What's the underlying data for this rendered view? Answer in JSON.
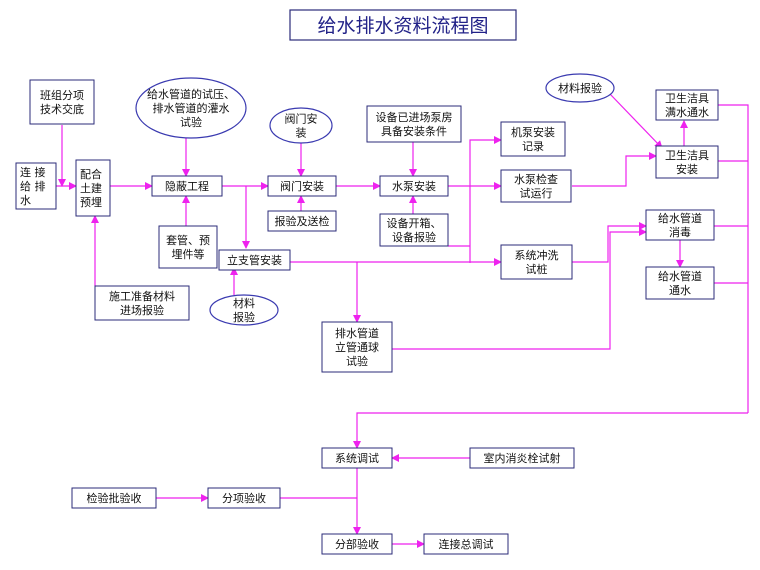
{
  "title": "给水排水资料流程图",
  "colors": {
    "line": "#ee22ee",
    "border": "#2b2b7a",
    "text": "#111111"
  },
  "nodes": {
    "banzu": [
      "班组分项",
      "技术交底"
    ],
    "lianjie": [
      "连  接",
      "给  排",
      "水"
    ],
    "peihe": [
      "配合",
      "土建",
      "预埋"
    ],
    "guandao_test": [
      "给水管道的试压、",
      "排水管道的灌水",
      "试验"
    ],
    "yinbi": [
      "隐蔽工程"
    ],
    "famen_anz": [
      "阀门安",
      "装"
    ],
    "famen_install": [
      "阀门安装"
    ],
    "baoyan": [
      "报验及送检"
    ],
    "shebei_ready": [
      "设备已进场泵房",
      "具备安装条件"
    ],
    "shuibeng": [
      "水泵安装"
    ],
    "shebei_kaixiang": [
      "设备开箱、",
      "设备报验"
    ],
    "jibeng": [
      "机泵安装",
      "记录"
    ],
    "shuibeng_check": [
      "水泵检查",
      "试运行"
    ],
    "cailiao_top": [
      "材料报验"
    ],
    "weisheng_full": [
      "卫生洁具",
      "满水通水"
    ],
    "weisheng_install": [
      "卫生洁具",
      "安装"
    ],
    "taoguan": [
      "套管、预",
      "埋件等"
    ],
    "lizhiguan": [
      "立支管安装"
    ],
    "xitong_flush": [
      "系统冲洗",
      "试桩"
    ],
    "geishui_disinfect": [
      "给水管道",
      "消毒"
    ],
    "geishui_flow": [
      "给水管道",
      "通水"
    ],
    "shigong": [
      "施工准备材料",
      "进场报验"
    ],
    "cailiao_low": [
      "材料",
      "报验"
    ],
    "paishui_ball": [
      "排水管道",
      "立管通球",
      "试验"
    ],
    "xitong_tiaoshi": [
      "系统调试"
    ],
    "xiaohuo": [
      "室内消炎栓试射"
    ],
    "jianyan": [
      "检验批验收"
    ],
    "fenxiang": [
      "分项验收"
    ],
    "fenbu": [
      "分部验收"
    ],
    "lianjie_zong": [
      "连接总调试"
    ]
  }
}
